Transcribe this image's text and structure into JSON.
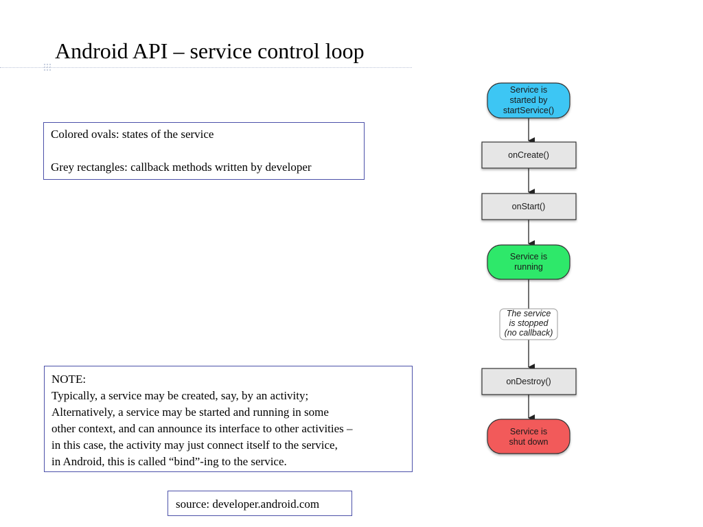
{
  "slide": {
    "title": "Android API – service control loop"
  },
  "legend": {
    "line1": "Colored ovals: states of the service",
    "line2": "Grey rectangles: callback methods written by developer"
  },
  "note": {
    "lines": [
      "NOTE:",
      "Typically, a service may be created, say, by an activity;",
      "Alternatively, a service may be started and running in some",
      "other context, and can announce its interface to other activities –",
      "in this case, the activity may just connect itself to the service,",
      "in Android, this is called “bind”-ing to the service."
    ]
  },
  "source": "source: developer.android.com",
  "flowchart": {
    "state_started": [
      "Service is",
      "started by",
      "startService()"
    ],
    "callback_create": "onCreate()",
    "callback_start": "onStart()",
    "state_running": [
      "Service is",
      "running"
    ],
    "stopped_note": [
      "The service",
      "is stopped",
      "(no callback)"
    ],
    "callback_destroy": "onDestroy()",
    "state_shutdown": [
      "Service is",
      "shut down"
    ],
    "colors": {
      "started": "#3ec6f4",
      "running": "#2ee86a",
      "shutdown": "#f25a5a",
      "callback": "#e6e6e6"
    }
  }
}
